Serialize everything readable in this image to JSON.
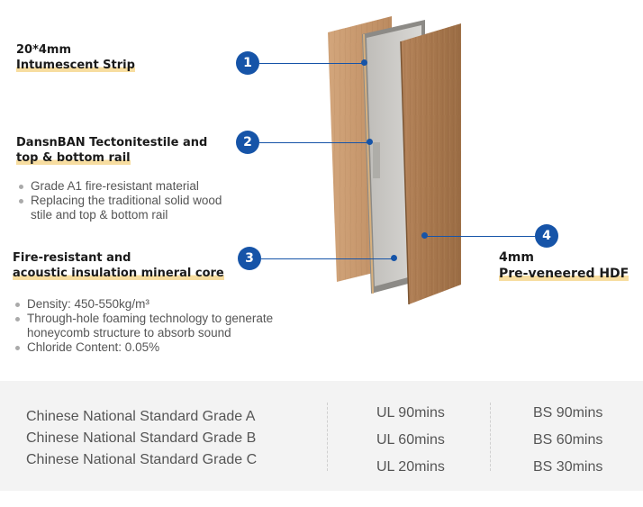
{
  "labels": {
    "strip": {
      "number": "1",
      "line1": "20*4mm",
      "line2": "Intumescent Strip"
    },
    "stile": {
      "number": "2",
      "line1": "DansnBAN Tectonitestile and",
      "line2": "top & bottom rail",
      "bullets": [
        "Grade A1 fire-resistant material",
        "Replacing the traditional solid wood stile and top & bottom rail"
      ]
    },
    "core": {
      "number": "3",
      "line1": "Fire-resistant and",
      "line2": "acoustic insulation mineral core",
      "bullets": [
        "Density: 450-550kg/m³",
        "Through-hole foaming technology to generate honeycomb structure to absorb sound",
        "Chloride Content: 0.05%"
      ]
    },
    "hdf": {
      "number": "4",
      "line1": "4mm",
      "line2": "Pre-veneered HDF"
    }
  },
  "standards": {
    "chinese": [
      "Chinese National Standard Grade A",
      "Chinese National Standard Grade B",
      "Chinese National Standard Grade C"
    ],
    "ul": [
      "UL 90mins",
      "UL 60mins",
      "UL 20mins"
    ],
    "bs": [
      "BS 90mins",
      "BS 60mins",
      "BS 30mins"
    ]
  },
  "colors": {
    "marker": "#1654a8",
    "highlight": "#f7dda0",
    "veneer_back": "#c9966a",
    "veneer_front": "#a8784e",
    "core": "#d3d2cf",
    "footer_bg": "#f3f3f3"
  }
}
